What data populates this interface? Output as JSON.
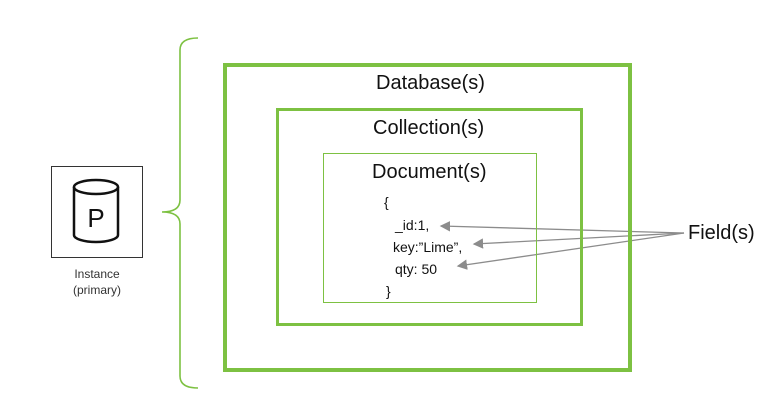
{
  "diagram": {
    "instance": {
      "icon_letter": "P",
      "caption_line1": "Instance",
      "caption_line2": "(primary)"
    },
    "database_label": "Database(s)",
    "collection_label": "Collection(s)",
    "document_label": "Document(s)",
    "document_fields": {
      "open_brace": "{",
      "field1": "_id:1,",
      "field2": "key:”Lime”,",
      "field3": "qty: 50",
      "close_brace": "}"
    },
    "field_label": "Field(s)",
    "colors": {
      "accent_green": "#7dc142",
      "arrow_gray": "#8c8c8c",
      "icon_border": "#333333"
    }
  }
}
